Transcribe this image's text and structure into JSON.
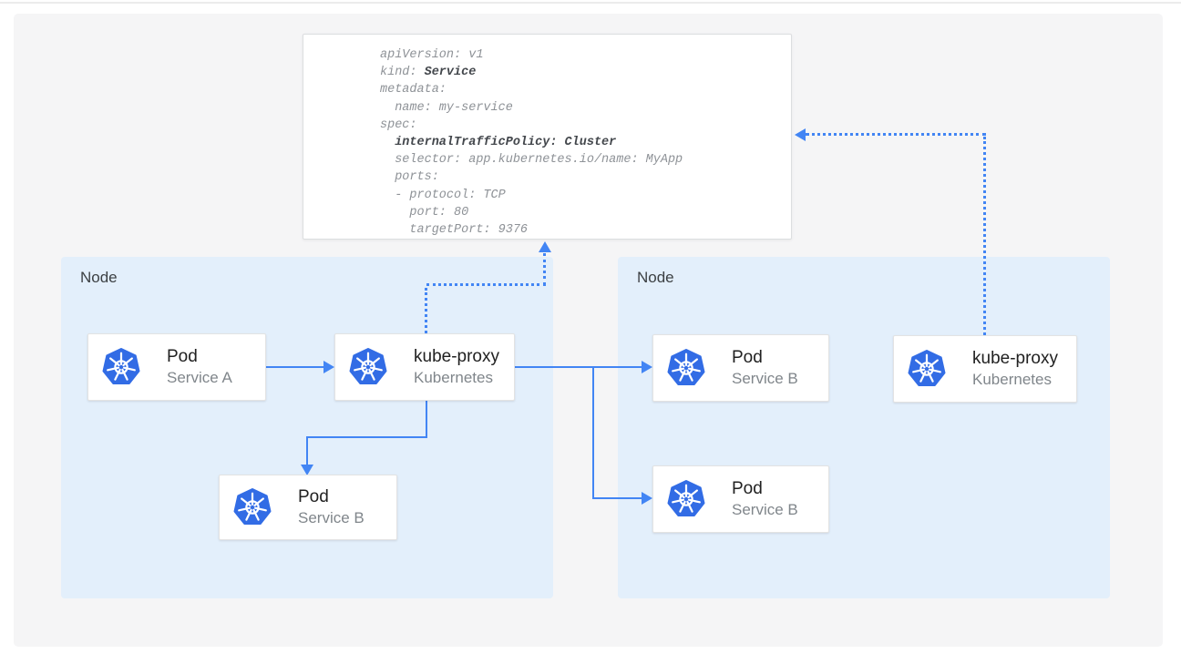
{
  "colors": {
    "accent": "#4285f4",
    "kubernetes_icon_blue": "#326ce5",
    "node_background": "#e3effb",
    "panel_background": "#f5f5f6",
    "yaml_normal_text": "#8e9297",
    "yaml_bold_text": "#43474c",
    "card_title": "#212121",
    "card_subtitle": "#80868b"
  },
  "yaml_card": {
    "lines": [
      {
        "segments": [
          {
            "text": "apiVersion: v1",
            "bold": false
          }
        ]
      },
      {
        "segments": [
          {
            "text": "kind: ",
            "bold": false
          },
          {
            "text": "Service",
            "bold": true
          }
        ]
      },
      {
        "segments": [
          {
            "text": "metadata:",
            "bold": false
          }
        ]
      },
      {
        "segments": [
          {
            "text": "  name: my-service",
            "bold": false
          }
        ]
      },
      {
        "segments": [
          {
            "text": "spec:",
            "bold": false
          }
        ]
      },
      {
        "segments": [
          {
            "text": "  ",
            "bold": false
          },
          {
            "text": "internalTrafficPolicy: Cluster",
            "bold": true
          }
        ]
      },
      {
        "segments": [
          {
            "text": "  selector: app.kubernetes.io/name: MyApp",
            "bold": false
          }
        ]
      },
      {
        "segments": [
          {
            "text": "  ports:",
            "bold": false
          }
        ]
      },
      {
        "segments": [
          {
            "text": "  - protocol: TCP",
            "bold": false
          }
        ]
      },
      {
        "segments": [
          {
            "text": "    port: 80",
            "bold": false
          }
        ]
      },
      {
        "segments": [
          {
            "text": "    targetPort: 9376",
            "bold": false
          }
        ]
      }
    ]
  },
  "left_node": {
    "label": "Node",
    "cards": [
      {
        "icon": "kubernetes-wheel-icon",
        "title": "Pod",
        "subtitle": "Service A"
      },
      {
        "icon": "kubernetes-wheel-icon",
        "title": "kube-proxy",
        "subtitle": "Kubernetes"
      },
      {
        "icon": "kubernetes-wheel-icon",
        "title": "Pod",
        "subtitle": "Service B"
      }
    ]
  },
  "right_node": {
    "label": "Node",
    "cards": [
      {
        "icon": "kubernetes-wheel-icon",
        "title": "Pod",
        "subtitle": "Service B"
      },
      {
        "icon": "kubernetes-wheel-icon",
        "title": "Pod",
        "subtitle": "Service B"
      },
      {
        "icon": "kubernetes-wheel-icon",
        "title": "kube-proxy",
        "subtitle": "Kubernetes"
      }
    ]
  }
}
